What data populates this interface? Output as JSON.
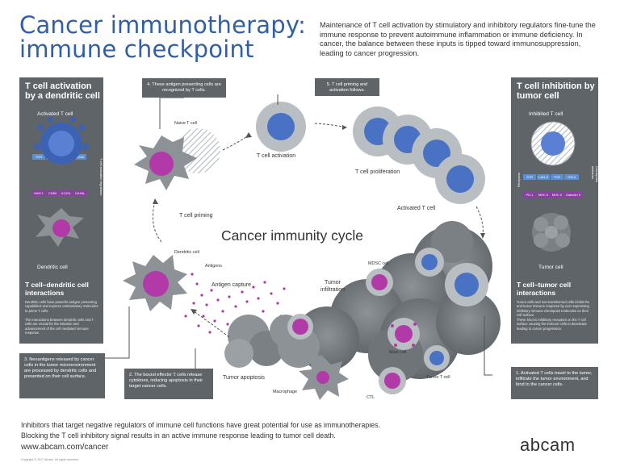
{
  "title": {
    "line1": "Cancer immunotherapy:",
    "line2": "immune checkpoint"
  },
  "intro": "Maintenance of T cell activation by stimulatory and inhibitory regulators fine-tune the immune response to prevent autoimmune inflammation or immune deficiency. In cancer, the balance between these inputs is tipped toward immunosuppression, leading to cancer progression.",
  "left_panel": {
    "title": "T cell activation by a dendritic cell",
    "activated_label": "Activated T cell",
    "dendritic_label": "Dendritic cell",
    "subtitle": "T cell–dendritic cell interactions",
    "text1": "Dendritic cells have powerful antigen presenting capabilities and express costimulatory molecules to prime T cells.",
    "text2": "The interactions between dendritic cells and T cells are crucial for the initiation and advancement of the cell mediated immune response.",
    "side_left": "Receptors",
    "side_right": "T cell activation regulators",
    "receptors": [
      "TCR",
      "CD28",
      "ICOS",
      "OX40"
    ],
    "ligands": [
      "MHC1",
      "CD80",
      "ICOSL",
      "OX40L"
    ]
  },
  "right_panel": {
    "title": "T cell inhibition by tumor cell",
    "inhibited_label": "Inhibited T cell",
    "tumor_label": "Tumor cell",
    "subtitle": "T cell–tumor cell interactions",
    "text1": "Tumor cells and non-transformed cells inhibit the anti-tumor immune response by over-expressing inhibitory immune checkpoint molecules on their cell surface.",
    "text2": "These bind to inhibitory receptors on the T cell surface causing the immune cells to deactivate leading to cancer progression.",
    "side_left": "Receptors",
    "side_right": "Checkpoint inhibitors",
    "receptors": [
      "TCR",
      "LAG-3",
      "TCR",
      "TIM-3"
    ],
    "ligands": [
      "PD-1",
      "MHC II",
      "MHC II",
      "Galectin 9"
    ]
  },
  "diagram": {
    "cycle_label": "Cancer immunity cycle",
    "naive_t_cell": "Naive T cell",
    "t_cell_priming": "T cell priming",
    "t_cell_activation": "T cell activation",
    "t_cell_proliferation": "T cell proliferation",
    "activated_t_cell": "Activated T cell",
    "dendritic_cell": "Dendritic cell",
    "antigens": "Antigens",
    "antigen_capture": "Antigen capture",
    "mdsc_cell": "MDSC cell",
    "tumor_infiltration": "Tumor infiltration",
    "mast_cell": "Mast cell",
    "tumor_t_cell": "Tumor T cell",
    "tumor_apoptosis": "Tumor apoptosis",
    "macrophage": "Macrophage",
    "ctl": "CTL"
  },
  "callouts": {
    "c1": "1. Activated T cells travel to the tumor, infiltrate the tumor environment, and bind to the cancer cells.",
    "c2": "2. The bound effector T cells release cytokines, inducing apoptosis in their target cancer cells.",
    "c3": "3. Neoantigens released by cancer cells in the tumor microenvironment are processed by dendritic cells and presented on their cell surface.",
    "c4": "4. These antigen presenting cells are recognized by T cells.",
    "c5": "5. T cell priming and activation follows."
  },
  "footer": {
    "line1": "Inhibitors that target negative regulators of immune cell functions have great potential for use as immunotherapies.",
    "line2": "Blocking the T cell inhibitory signal results in an active immune response leading to tumor cell death.",
    "url": "www.abcam.com/cancer",
    "copyright": "Copyright © 2017 Abcam. All rights reserved.",
    "logo": "abcam"
  },
  "colors": {
    "title_blue": "#2f5fa8",
    "panel_grey": "#5f6468",
    "cell_blue": "#4a72c4",
    "nucleus_purple": "#b23aa8",
    "cell_grey": "#9aa0a4"
  }
}
